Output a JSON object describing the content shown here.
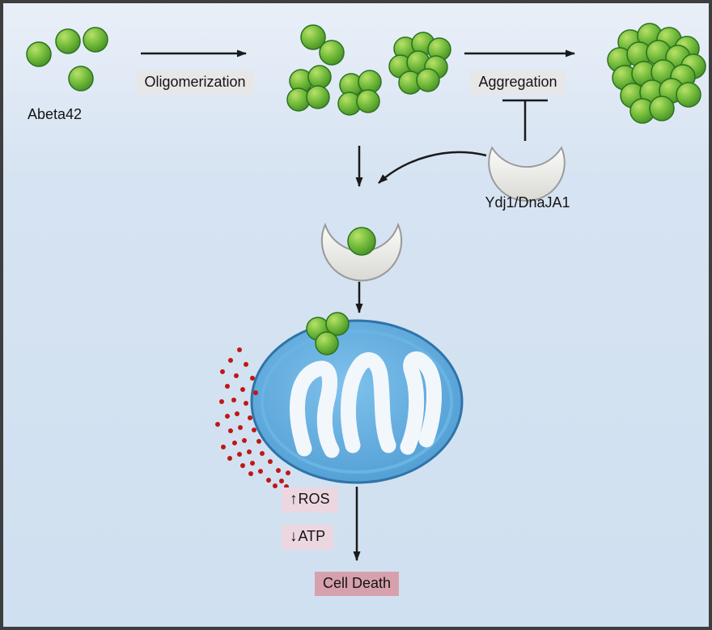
{
  "diagram": {
    "labels": {
      "abeta42": "Abeta42",
      "oligomerization": "Oligomerization",
      "aggregation": "Aggregation",
      "chaperone": "Ydj1/DnaJA1",
      "ros_arrow": "↑",
      "ros": "ROS",
      "atp_arrow": "↓",
      "atp": "ATP",
      "cell_death": "Cell Death"
    },
    "colors": {
      "background_blue": "#d6e3f2",
      "sphere_green": "#76bd3d",
      "sphere_green_dark": "#3a8527",
      "mitochondria_blue": "#54a2d8",
      "mitochondria_cristae": "#f2f7fc",
      "ros_dot_red": "#c11616",
      "label_box_gray": "#e7e7e7",
      "ros_atp_box_pink": "#ecd7e1",
      "cell_death_box_pink": "#d7a0ad",
      "chaperone_fill": "#f2f2ee",
      "arrow_black": "#1a1a1a"
    }
  }
}
